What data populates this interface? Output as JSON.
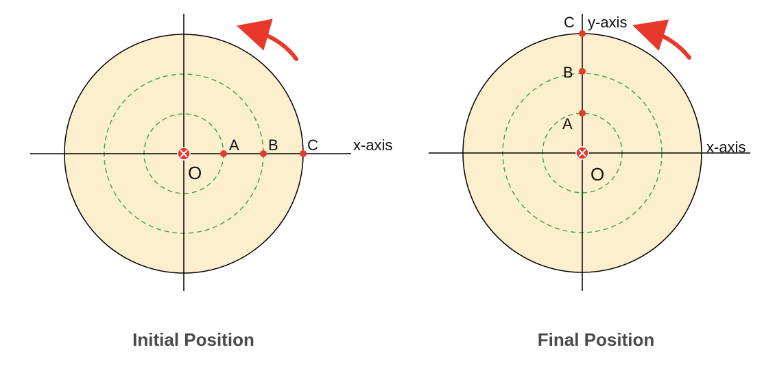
{
  "colors": {
    "disc_fill": "#fcefcd",
    "outline": "#000000",
    "dashed": "#3fa652",
    "point": "#e8382b",
    "arrow": "#e8382b",
    "caption": "#4a4a4a"
  },
  "initial": {
    "caption": "Initial Position",
    "origin_label": "O",
    "x_axis_label": "x-axis",
    "points": [
      "A",
      "B",
      "C"
    ]
  },
  "final": {
    "caption": "Final Position",
    "origin_label": "O",
    "x_axis_label": "x-axis",
    "y_axis_label": "y-axis",
    "points": [
      "A",
      "B",
      "C"
    ]
  },
  "icons": {
    "origin_marker": "circled-x-icon",
    "rotation_arrow": "counterclockwise-arrow-icon"
  }
}
